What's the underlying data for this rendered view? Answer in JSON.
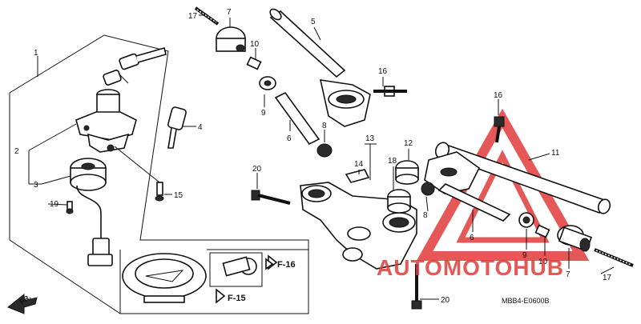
{
  "diagram": {
    "callouts": {
      "c1": "1",
      "c2": "2",
      "c3": "3",
      "c4": "4",
      "c5": "5",
      "c6a": "6",
      "c6b": "6",
      "c7a": "7",
      "c7b": "7",
      "c8a": "8",
      "c8b": "8",
      "c9a": "9",
      "c9b": "9",
      "c10a": "10",
      "c10b": "10",
      "c11": "11",
      "c12": "12",
      "c13": "13",
      "c14": "14",
      "c15": "15",
      "c16a": "16",
      "c16b": "16",
      "c17a": "17",
      "c17b": "17",
      "c18": "18",
      "c19": "19",
      "c20a": "20",
      "c20b": "20"
    },
    "refs": {
      "f16": "F-16",
      "f15": "F-15"
    },
    "front_arrow": "FR.",
    "drawing_code": "MBB4-E0600B",
    "watermark": {
      "text": "AUTOMOTOHUB",
      "color": "#e23a3a"
    }
  }
}
